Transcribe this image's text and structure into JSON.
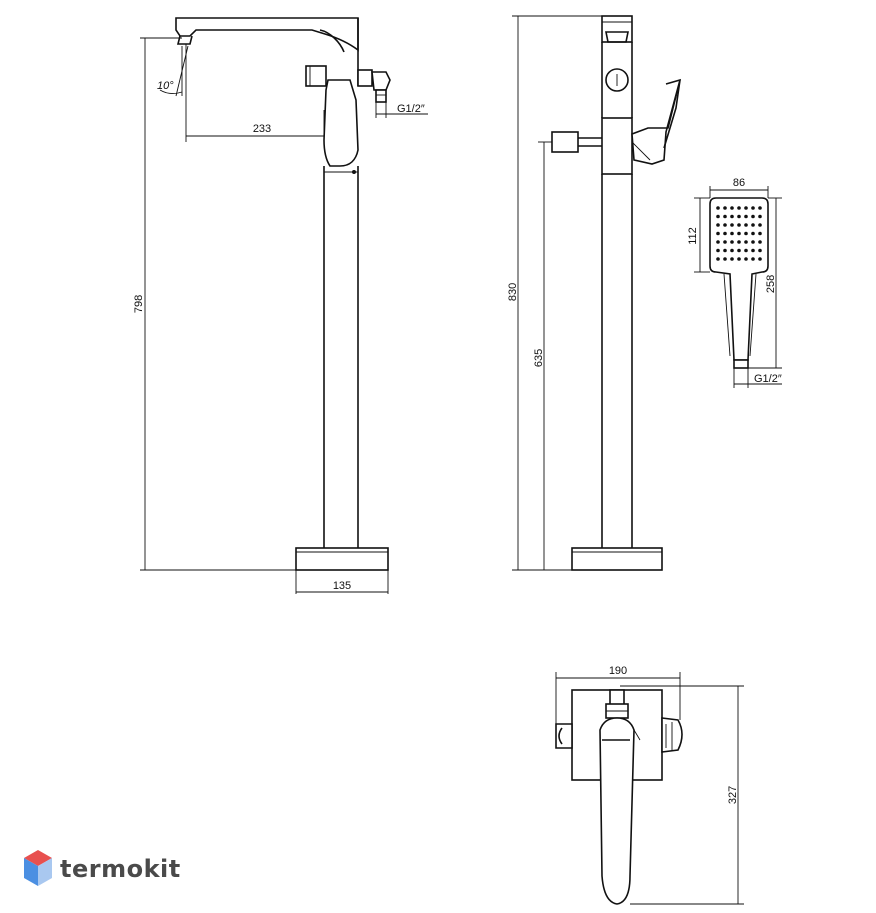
{
  "dimensions": {
    "spout_reach": "233",
    "spout_angle": "10°",
    "inlet_thread": "G1/2″",
    "height_total_front": "798",
    "base_width": "135",
    "height_total_side": "830",
    "height_inlet": "635",
    "hand_shower_width": "86",
    "hand_shower_head_height": "112",
    "hand_shower_length": "258",
    "hand_shower_thread": "G1/2″",
    "plan_width": "190",
    "plan_depth": "327"
  },
  "brand": {
    "name": "termokit",
    "colors": {
      "logo_red": "#e8504f",
      "logo_blue": "#4b8fe2",
      "logo_light": "#a9c8f0",
      "text": "#4a4a4a"
    }
  }
}
